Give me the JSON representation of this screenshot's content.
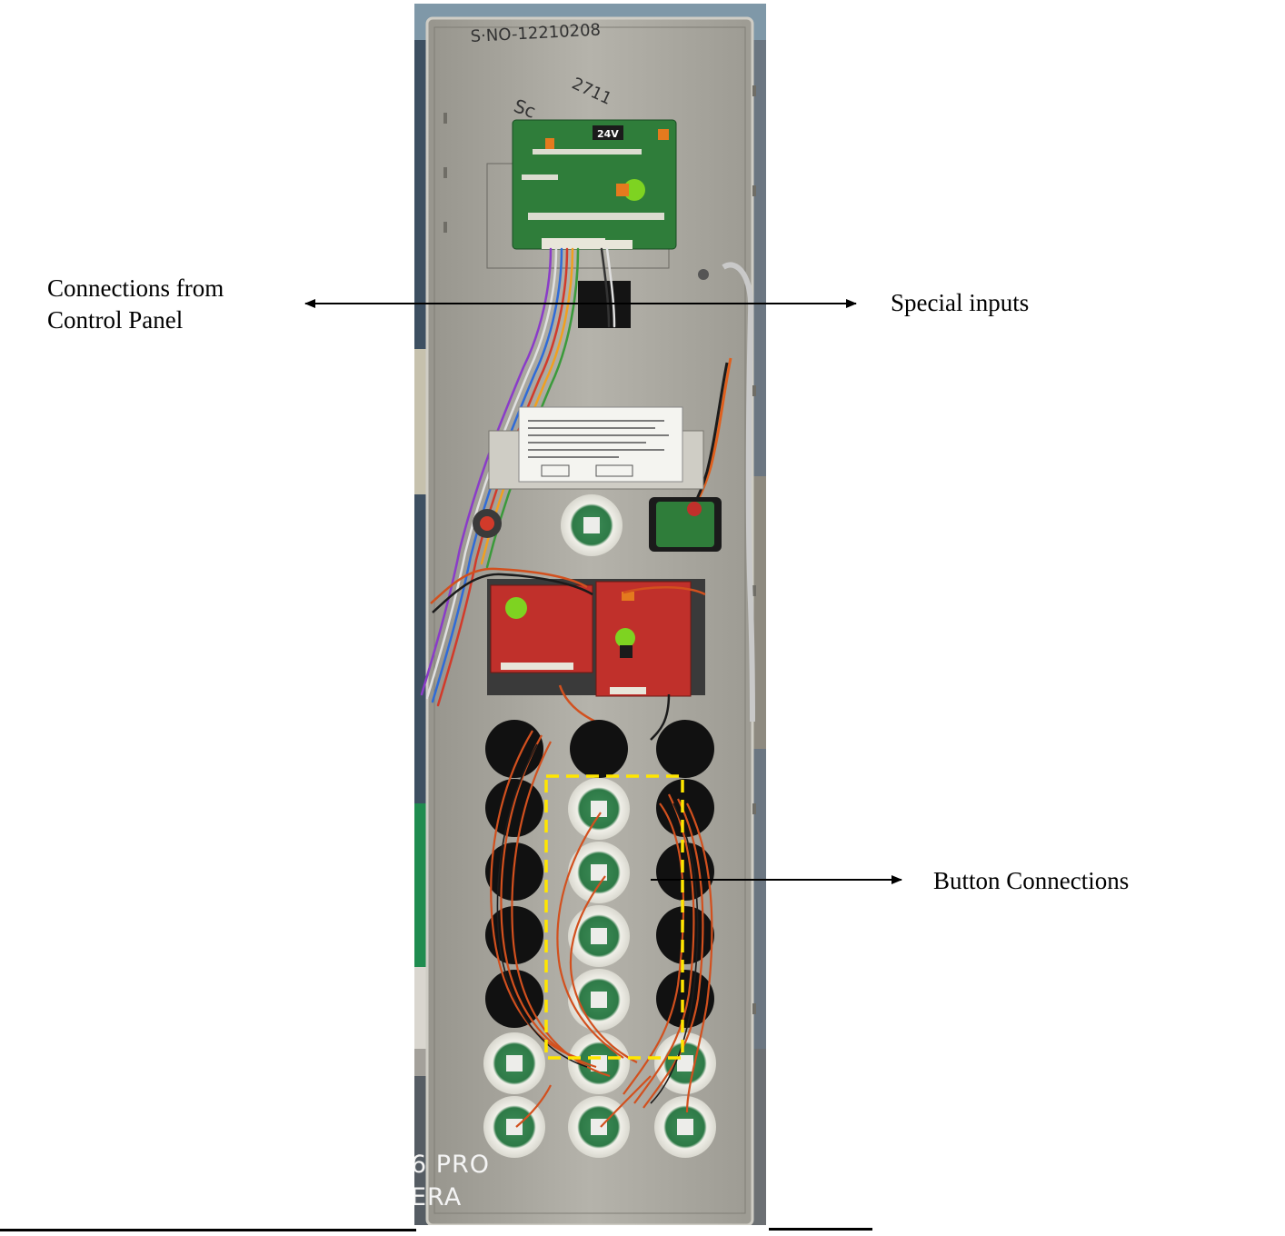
{
  "annotations": {
    "control_panel_line1": "Connections from",
    "control_panel_line2": "Control Panel",
    "special_inputs": "Special inputs",
    "button_connections": "Button Connections"
  },
  "photo": {
    "serial_marking": "S·NO-12210208",
    "handwriting_1": "Sc",
    "handwriting_2": "2711",
    "board_voltage_label": "24V",
    "watermark_line1": "6 PRO",
    "watermark_line2": "ERA"
  },
  "colors": {
    "panel": "#a9a79f",
    "pcb_green": "#2f7d3a",
    "pcb_red": "#c0302b",
    "highlight_box": "#ffe600",
    "wire_orange": "#d2501e"
  }
}
